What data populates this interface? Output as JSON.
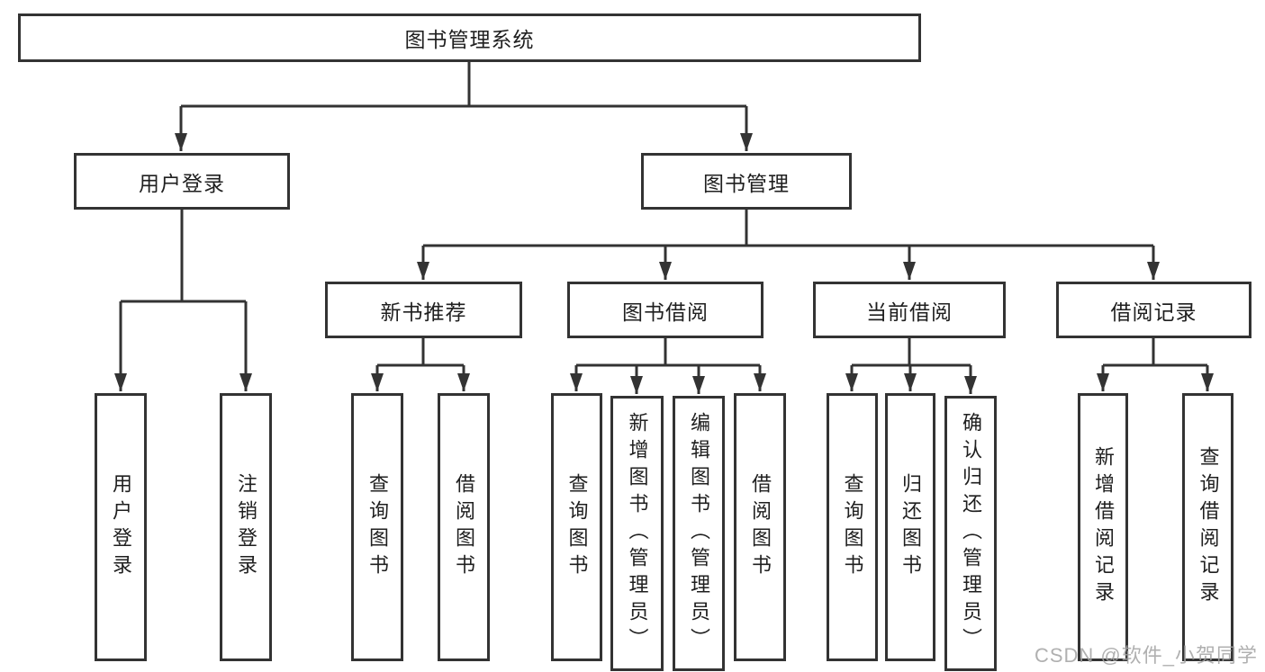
{
  "tree": {
    "root": {
      "label": "图书管理系统"
    },
    "children": [
      {
        "label": "用户登录",
        "children": [
          {
            "label": "用户登录"
          },
          {
            "label": "注销登录"
          }
        ]
      },
      {
        "label": "图书管理",
        "children": [
          {
            "label": "新书推荐",
            "children": [
              {
                "label": "查询图书"
              },
              {
                "label": "借阅图书"
              }
            ]
          },
          {
            "label": "图书借阅",
            "children": [
              {
                "label": "查询图书"
              },
              {
                "label": "新增图书（管理员）"
              },
              {
                "label": "编辑图书（管理员）"
              },
              {
                "label": "借阅图书"
              }
            ]
          },
          {
            "label": "当前借阅",
            "children": [
              {
                "label": "查询图书"
              },
              {
                "label": "归还图书"
              },
              {
                "label": "确认归还（管理员）"
              }
            ]
          },
          {
            "label": "借阅记录",
            "children": [
              {
                "label": "新增借阅记录"
              },
              {
                "label": "查询借阅记录"
              }
            ]
          }
        ]
      }
    ]
  },
  "watermark": {
    "text": "CSDN @软件_小贺同学",
    "color": "#a3a3a3"
  },
  "style": {
    "line_color": "#333333",
    "text_color": "#1f1f1f",
    "box_background": "#ffffff",
    "page_background": "#ffffff"
  }
}
